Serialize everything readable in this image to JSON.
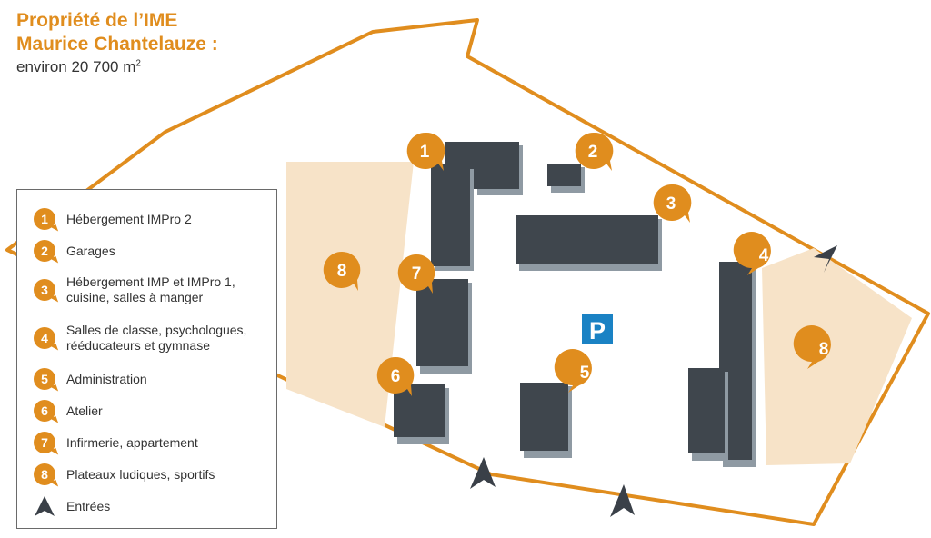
{
  "title": {
    "line1": "Propriété de l’IME",
    "line2": "Maurice Chantelauze :",
    "area_prefix": "environ 20 700 m",
    "area_unit_sup": "2"
  },
  "colors": {
    "accent": "#e08d1e",
    "building": "#3f464d",
    "building_shadow": "#8f9aa3",
    "play_area": "#f7e3c8",
    "parking": "#1a82c4",
    "entrance": "#3a4048"
  },
  "parking": {
    "symbol": "P",
    "icon": "parking-icon"
  },
  "legend": {
    "items": [
      {
        "number": "1",
        "label": "Hébergement IMPro 2"
      },
      {
        "number": "2",
        "label": "Garages"
      },
      {
        "number": "3",
        "label": "Hébergement IMP et IMPro 1, cuisine, salles à manger"
      },
      {
        "number": "4",
        "label": "Salles de classe, psychologues, rééducateurs et gymnase"
      },
      {
        "number": "5",
        "label": "Administration"
      },
      {
        "number": "6",
        "label": "Atelier"
      },
      {
        "number": "7",
        "label": "Infirmerie, appartement"
      },
      {
        "number": "8",
        "label": "Plateaux ludiques, sportifs"
      }
    ],
    "entrance_label": "Entrées",
    "entrance_icon": "entrance-arrow-icon"
  },
  "map_markers": [
    "1",
    "2",
    "3",
    "4",
    "5",
    "6",
    "7",
    "8",
    "8"
  ]
}
